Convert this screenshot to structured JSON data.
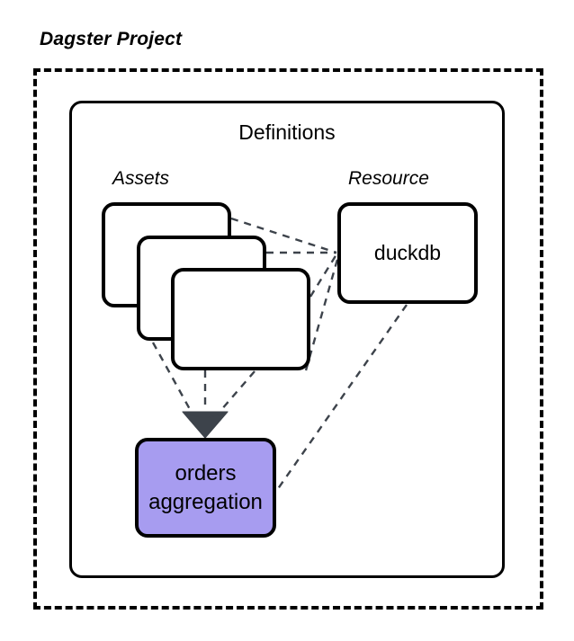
{
  "diagram": {
    "type": "architecture-diagram",
    "project_label": "Dagster Project",
    "definitions_label": "Definitions",
    "groups": {
      "assets_label": "Assets",
      "resource_label": "Resource"
    },
    "nodes": {
      "asset_card_1": "",
      "asset_card_2": "",
      "asset_card_3": "",
      "resource": "duckdb",
      "downstream_line_1": "orders",
      "downstream_line_2": "aggregation"
    },
    "colors": {
      "downstream_fill": "#a79cf0",
      "node_stroke": "#000000",
      "edge_stroke": "#3d434b",
      "arrowhead_fill": "#3d434b",
      "background": "#ffffff"
    },
    "edges": [
      {
        "from": "asset_card_1",
        "to": "resource",
        "style": "dashed"
      },
      {
        "from": "asset_card_2",
        "to": "resource",
        "style": "dashed"
      },
      {
        "from": "asset_card_3",
        "to": "resource",
        "style": "dashed"
      },
      {
        "from": "asset_card_1",
        "to": "orders_aggregation",
        "style": "dashed",
        "arrow": true
      },
      {
        "from": "asset_card_2",
        "to": "orders_aggregation",
        "style": "dashed",
        "arrow": true
      },
      {
        "from": "asset_card_3",
        "to": "orders_aggregation",
        "style": "dashed",
        "arrow": true
      },
      {
        "from": "resource",
        "to": "orders_aggregation",
        "style": "dashed"
      }
    ]
  }
}
